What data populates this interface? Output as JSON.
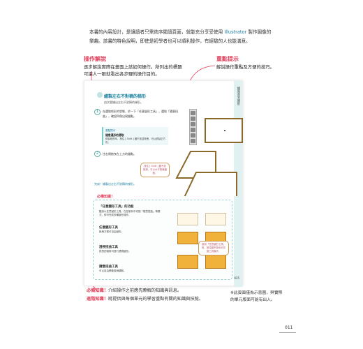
{
  "intro": {
    "line1_pre": "本書的內容設計，是讓讀者只需依序閱讀頁面，就能充分享受使用 ",
    "line1_hl": "Illustrator",
    "line1_post": " 製作圖像的",
    "line2": "樂趣。該書的特色說明，即使是初學者也可以順利操作，有經驗的人也能滿意。"
  },
  "callouts": {
    "operation": {
      "title": "操作解說",
      "text1": "逐步解說實際在畫面上該如何操作。所列出的標題",
      "text2": "可讓人一眼就看出各步驟的操作目的。"
    },
    "keypoint": {
      "title": "重點提示",
      "text": "解說操作重點及方便的技巧。"
    }
  },
  "page": {
    "section_title": "繪製左右不對稱的梯形",
    "section_sub": "由次要繪出左右不對稱的梯形。",
    "side_tab": "繪製基本圖形",
    "step1": "在選取矩形的狀態，於一下「任意變形工具」，選取「隨意扭曲」，確認四角出現錨點。",
    "step2": "往右側拖曳左上方的錨點。",
    "tip_label": "重點提示",
    "tip_title": "隨意邊形的選取",
    "tip_text": "繪製矩形時，按住 [ Shift ] 鍵不放並拖曳，可以繪製正方形。",
    "bubble1": "按住 [ Shift ] 鍵不放拖曳，可以水平拖曳錨點。",
    "done": "完成！繪製出左右不對稱的梯形。",
    "known_tag": "必備知識！",
    "known_title": "「任意變形工具」的功能",
    "known_text": "雖然以任意變形工具，在控制列中切換「隨意扭曲」等模式，即可完成多種變形操作。",
    "k1_title": "任意變形工具",
    "k1_text": "拖曳方框可自由變形。",
    "k2_title": "透視扭曲工具",
    "k2_text": "拖曳四個角可進行透視變形。",
    "k3_title": "隨意扭曲工具",
    "k3_text": "可以自由移動各個錨點。",
    "bubble2": "使用「任意變形工具」時，按住鍵不放也可切換工具模式。",
    "page_number": "035"
  },
  "bottom": {
    "line1_hl": "必備知識！",
    "line1": "介紹操作之前應先瞭解的知識與訊息。",
    "line2_hl": "進階知識！",
    "line2": "將提供與每個單元的學習重點有關的知識與技能。",
    "note1": "※此頁面僅為示意圖，與實際",
    "note2": "的單元版面可能有出入。"
  },
  "folio": "011",
  "colors": {
    "accent": "#e23d5a",
    "teal": "#1a7f9e",
    "gold": "#8a6a2b"
  }
}
